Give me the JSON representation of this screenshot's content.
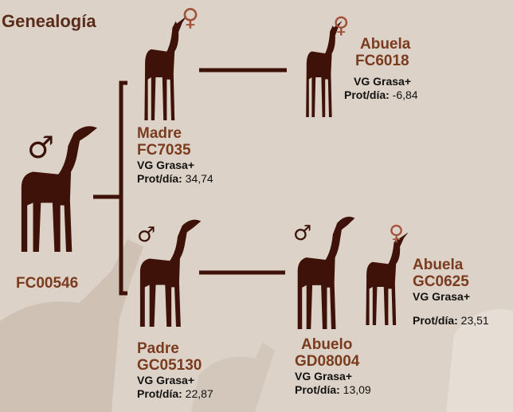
{
  "title": "Genealogía",
  "symbols": {
    "male": "♂",
    "female": "♀"
  },
  "colors": {
    "animal": "#3e1208",
    "accent": "#7a3b1f",
    "background": "#ddd2c7",
    "female_symbol": "#a0533a"
  },
  "subject": {
    "code": "FC00546"
  },
  "mother": {
    "name": "Madre",
    "code": "FC7035",
    "vg": "VG Grasa+",
    "prot_label": "Prot/día:",
    "prot_value": "34,74"
  },
  "father": {
    "name": "Padre",
    "code": "GC05130",
    "vg": "VG Grasa+",
    "prot_label": "Prot/día:",
    "prot_value": "22,87"
  },
  "maternal_grandmother": {
    "name": "Abuela",
    "code": "FC6018",
    "vg": "VG Grasa+",
    "prot_label": "Prot/día:",
    "prot_value": "-6,84"
  },
  "paternal_grandfather": {
    "name": "Abuelo",
    "code": "GD08004",
    "vg": "VG Grasa+",
    "prot_label": "Prot/día:",
    "prot_value": "13,09"
  },
  "paternal_grandmother": {
    "name": "Abuela",
    "code": "GC0625",
    "vg": "VG Grasa+",
    "prot_label": "Prot/día:",
    "prot_value": "23,51"
  }
}
